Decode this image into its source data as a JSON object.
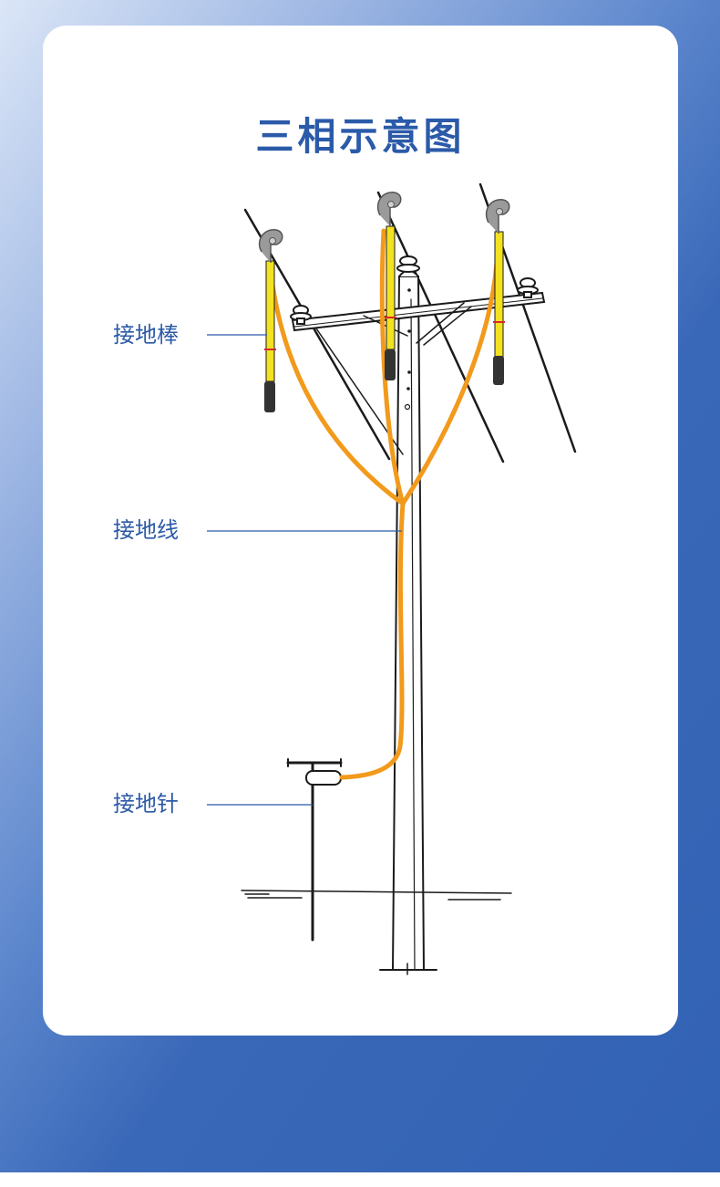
{
  "title": "三相示意图",
  "labels": {
    "grounding_rod": "接地棒",
    "grounding_wire": "接地线",
    "grounding_pin": "接地针"
  },
  "colors": {
    "background_top": "#dbe6f7",
    "background_bottom": "#3262b4",
    "title": "#2b5aa9",
    "label_text": "#2c5aa6",
    "grounding_wire": "#f29a1c",
    "grounding_rod": "#f3e21f",
    "clamp": "#8e8e8e",
    "line_art": "#1b1b1b"
  }
}
